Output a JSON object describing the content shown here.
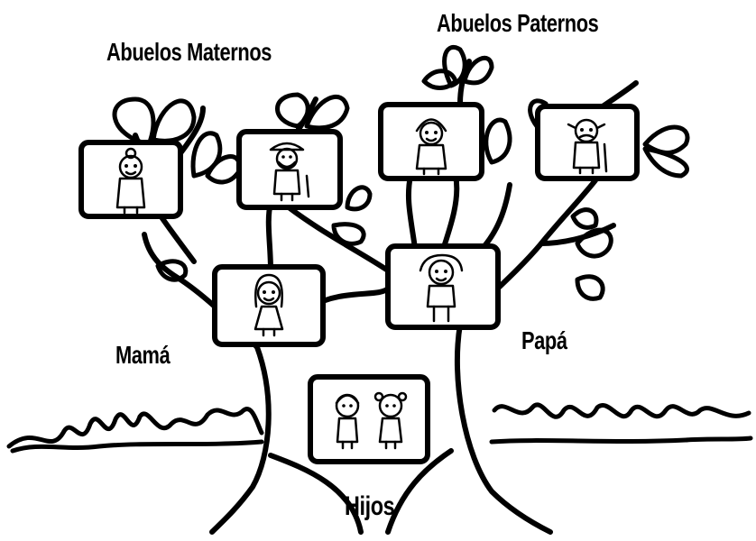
{
  "labels": {
    "maternal_grandparents": "Abuelos Maternos",
    "paternal_grandparents": "Abuelos Paternos",
    "mom": "Mamá",
    "dad": "Papá",
    "children": "Hijos"
  },
  "frames": [
    {
      "id": "grandma-maternal",
      "icon": "grandmother-icon"
    },
    {
      "id": "grandpa-maternal",
      "icon": "grandfather-beret-icon"
    },
    {
      "id": "grandma-paternal",
      "icon": "grandmother-icon"
    },
    {
      "id": "grandpa-paternal",
      "icon": "grandfather-icon"
    },
    {
      "id": "mom",
      "icon": "woman-icon"
    },
    {
      "id": "dad",
      "icon": "man-icon"
    },
    {
      "id": "children",
      "icon": "children-icon"
    }
  ],
  "colors": {
    "ink": "#000000",
    "background": "#ffffff"
  }
}
